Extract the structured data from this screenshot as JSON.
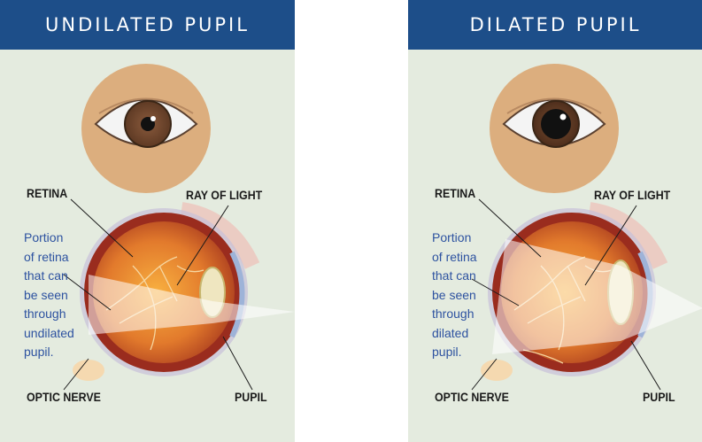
{
  "colors": {
    "header_bg": "#1d4e89",
    "panel_bg": "#e4ebdf",
    "caption_text": "#2d52a0",
    "label_text": "#1a1a1a"
  },
  "panels": [
    {
      "title": "UNDILATED PUPIL",
      "labels": {
        "retina": "RETINA",
        "ray_of_light": "RAY OF LIGHT",
        "optic_nerve": "OPTIC NERVE",
        "pupil": "PUPIL"
      },
      "caption": "Portion\nof retina\nthat can\nbe seen\nthrough\nundilated\npupil."
    },
    {
      "title": "DILATED PUPIL",
      "labels": {
        "retina": "RETINA",
        "ray_of_light": "RAY OF LIGHT",
        "optic_nerve": "OPTIC NERVE",
        "pupil": "PUPIL"
      },
      "caption": "Portion\nof retina\nthat can\nbe seen\nthrough\ndilated\npupil."
    }
  ]
}
